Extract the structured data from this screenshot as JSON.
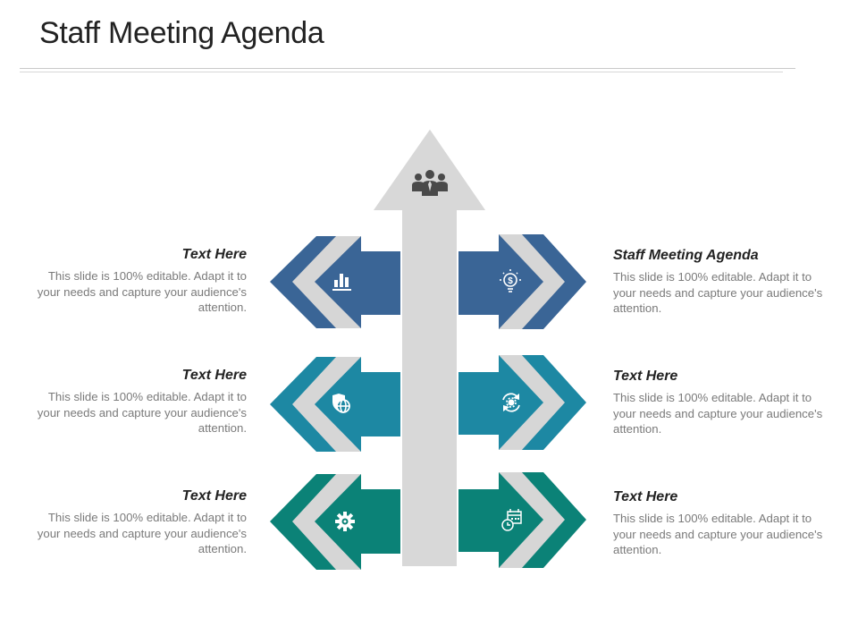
{
  "title": "Staff Meeting Agenda",
  "colors": {
    "row1": "#3a6596",
    "row2": "#1d88a3",
    "row3": "#0b8277",
    "gray": "#d6d6d6",
    "arrow": "#d8d8d8"
  },
  "center_icon": "team-icon",
  "items": {
    "left_top": {
      "heading": "Text Here",
      "text": "This slide is 100% editable. Adapt it to your needs and capture your audience's attention.",
      "icon": "bar-chart-icon"
    },
    "left_mid": {
      "heading": "Text Here",
      "text": "This slide is 100% editable. Adapt it to your needs and capture your audience's attention.",
      "icon": "globe-shield-icon"
    },
    "left_bot": {
      "heading": "Text Here",
      "text": "This slide is 100% editable. Adapt it to your needs and capture your audience's attention.",
      "icon": "gear-icon"
    },
    "right_top": {
      "heading": "Staff Meeting Agenda",
      "text": "This slide is 100% editable. Adapt it to your needs and capture your audience's attention.",
      "icon": "lightbulb-dollar-icon"
    },
    "right_mid": {
      "heading": "Text Here",
      "text": "This slide is 100% editable. Adapt it to your needs and capture your audience's attention.",
      "icon": "gear-cycle-icon"
    },
    "right_bot": {
      "heading": "Text Here",
      "text": "This slide is 100% editable. Adapt it to your needs and capture your audience's attention.",
      "icon": "calendar-clock-icon"
    }
  }
}
